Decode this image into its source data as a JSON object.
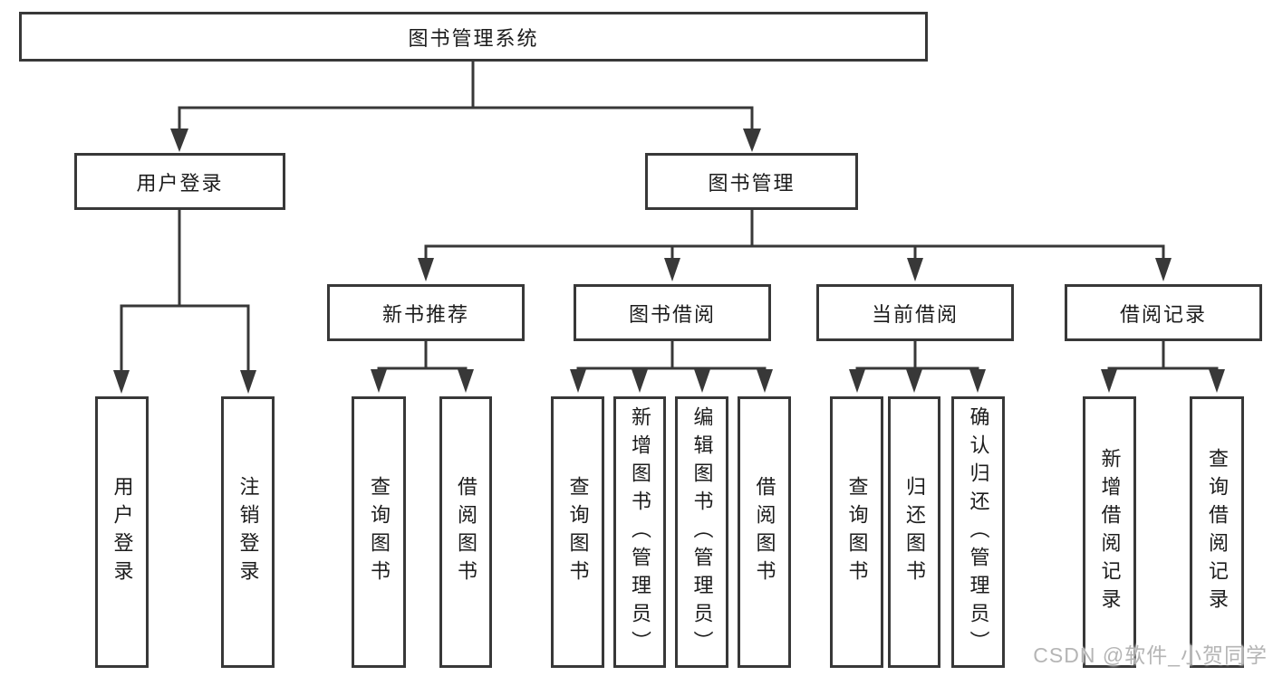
{
  "watermark": {
    "text": "CSDN @软件_小贺同学"
  },
  "colors": {
    "line": "#383838",
    "box_border": "#383838",
    "box_fill": "#ffffff",
    "text": "#1c1c1c",
    "watermark": "#b5b5b5",
    "background": "#ffffff"
  },
  "tree": {
    "root": {
      "label": "图书管理系统",
      "children": [
        {
          "label": "用户登录",
          "children": [
            {
              "label": "用户登录"
            },
            {
              "label": "注销登录"
            }
          ]
        },
        {
          "label": "图书管理",
          "children": [
            {
              "label": "新书推荐",
              "children": [
                {
                  "label": "查询图书"
                },
                {
                  "label": "借阅图书"
                }
              ]
            },
            {
              "label": "图书借阅",
              "children": [
                {
                  "label": "查询图书"
                },
                {
                  "label": "新增图书（管理员）"
                },
                {
                  "label": "编辑图书（管理员）"
                },
                {
                  "label": "借阅图书"
                }
              ]
            },
            {
              "label": "当前借阅",
              "children": [
                {
                  "label": "查询图书"
                },
                {
                  "label": "归还图书"
                },
                {
                  "label": "确认归还（管理员）"
                }
              ]
            },
            {
              "label": "借阅记录",
              "children": [
                {
                  "label": "新增借阅记录"
                },
                {
                  "label": "查询借阅记录"
                }
              ]
            }
          ]
        }
      ]
    }
  }
}
